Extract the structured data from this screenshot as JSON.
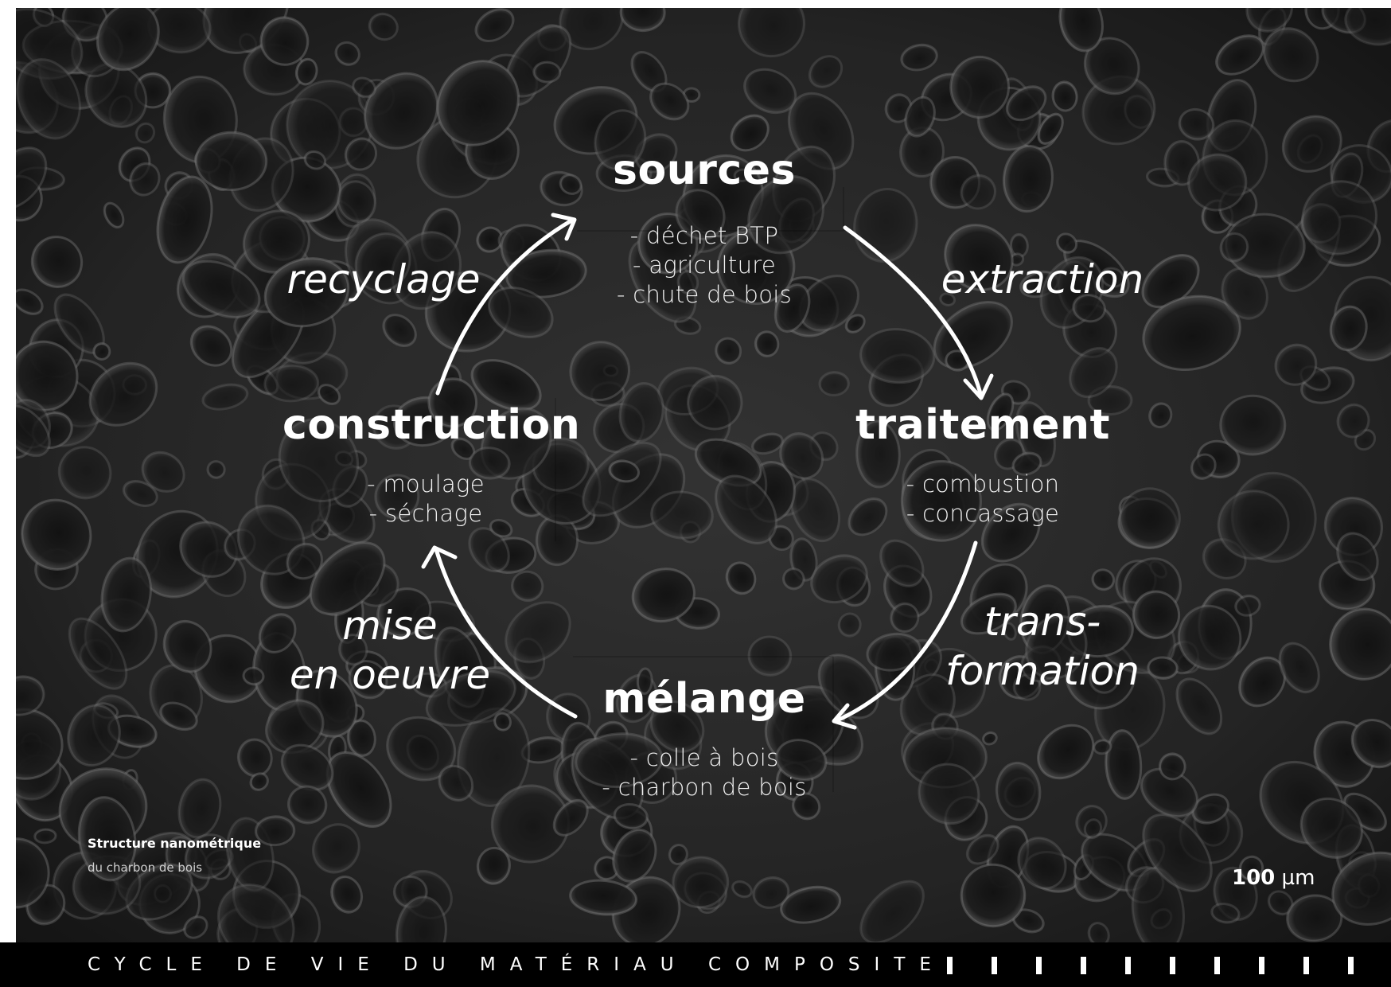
{
  "nodes": {
    "sources": {
      "title": "sources",
      "items": [
        "- déchet BTP",
        "- agriculture",
        "- chute de bois"
      ]
    },
    "traitement": {
      "title": "traitement",
      "items": [
        "- combustion",
        "- concassage"
      ]
    },
    "melange": {
      "title": "mélange",
      "items": [
        "- colle à bois",
        "- charbon de bois"
      ]
    },
    "construction": {
      "title": "construction",
      "items": [
        "- moulage",
        "- séchage"
      ]
    }
  },
  "edges": {
    "extraction": [
      "extraction"
    ],
    "transformation": [
      "trans-",
      "formation"
    ],
    "mise_en_oeuvre": [
      "mise",
      "en oeuvre"
    ],
    "recyclage": [
      "recyclage"
    ]
  },
  "caption": {
    "title": "Structure nanométrique",
    "subtitle": "du charbon de bois"
  },
  "scale_bar": {
    "value": "100",
    "unit": "µm"
  },
  "footer": {
    "title": "CYCLE DE VIE DU MATÉRIAU COMPOSITE",
    "tick_count": 10
  },
  "colors": {
    "background_photo": "#2b2b2b",
    "text": "#ffffff",
    "footer": "#000000"
  }
}
